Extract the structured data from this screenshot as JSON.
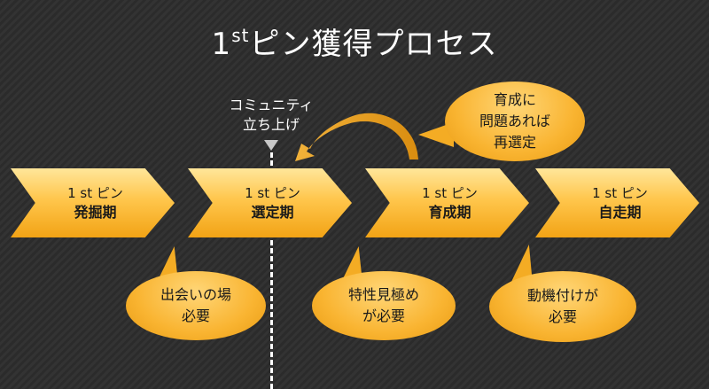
{
  "title": {
    "main": "1",
    "sup": "st",
    "rest": "ピン獲得プロセス"
  },
  "milestone": {
    "line1": "コミュニティ",
    "line2": "立ち上げ"
  },
  "stages": [
    {
      "top": "1 st ピン",
      "name": "発掘期"
    },
    {
      "top": "1 st ピン",
      "name": "選定期"
    },
    {
      "top": "1 st ピン",
      "name": "育成期"
    },
    {
      "top": "1 st ピン",
      "name": "自走期"
    }
  ],
  "callouts": {
    "reselect": {
      "line1": "育成に",
      "line2": "問題あれば",
      "line3": "再選定"
    },
    "discovery": {
      "line1": "出会いの場",
      "line2": "必要"
    },
    "growth": {
      "line1": "特性見極め",
      "line2": "が必要"
    },
    "autonomy": {
      "line1": "動機付けが",
      "line2": "必要"
    }
  },
  "colors": {
    "accent": "#f9b431",
    "background": "#2b2b2b",
    "text": "#ffffff"
  }
}
